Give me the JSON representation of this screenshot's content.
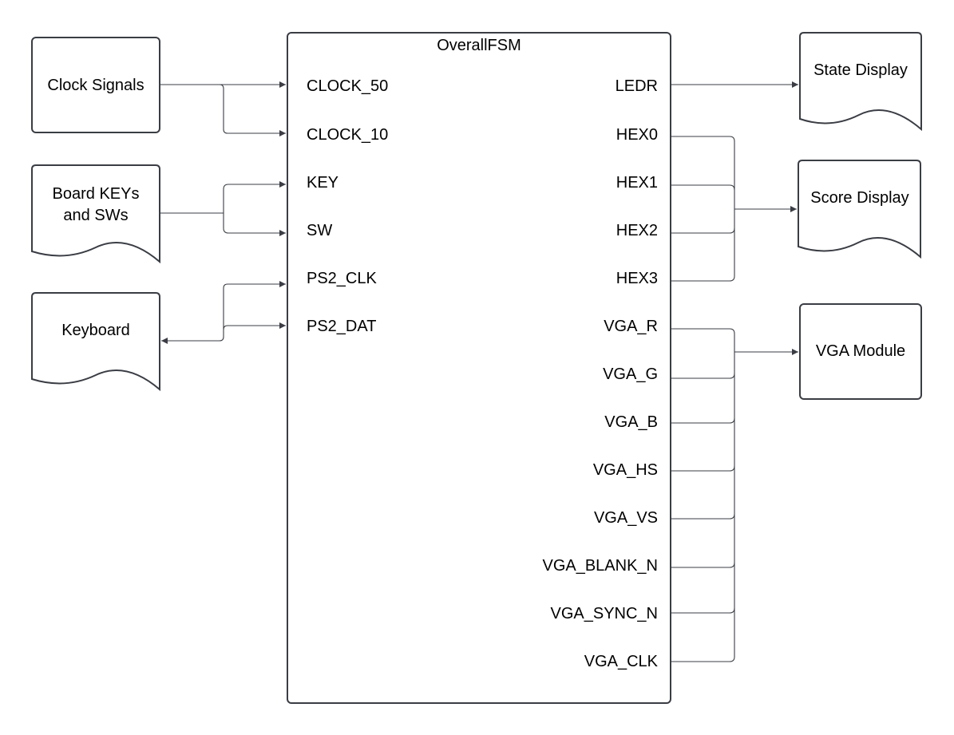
{
  "diagram": {
    "fsm_title": "OverallFSM",
    "blocks": {
      "clock_signals": "Clock Signals",
      "board_keys_line1": "Board KEYs",
      "board_keys_line2": "and SWs",
      "keyboard": "Keyboard",
      "state_display": "State Display",
      "score_display": "Score Display",
      "vga_module": "VGA Module"
    },
    "inputs": [
      "CLOCK_50",
      "CLOCK_10",
      "KEY",
      "SW",
      "PS2_CLK",
      "PS2_DAT"
    ],
    "outputs": [
      "LEDR",
      "HEX0",
      "HEX1",
      "HEX2",
      "HEX3",
      "VGA_R",
      "VGA_G",
      "VGA_B",
      "VGA_HS",
      "VGA_VS",
      "VGA_BLANK_N",
      "VGA_SYNC_N",
      "VGA_CLK"
    ]
  },
  "colors": {
    "stroke": "#3a3d44",
    "background": "#ffffff",
    "text": "#000000"
  }
}
